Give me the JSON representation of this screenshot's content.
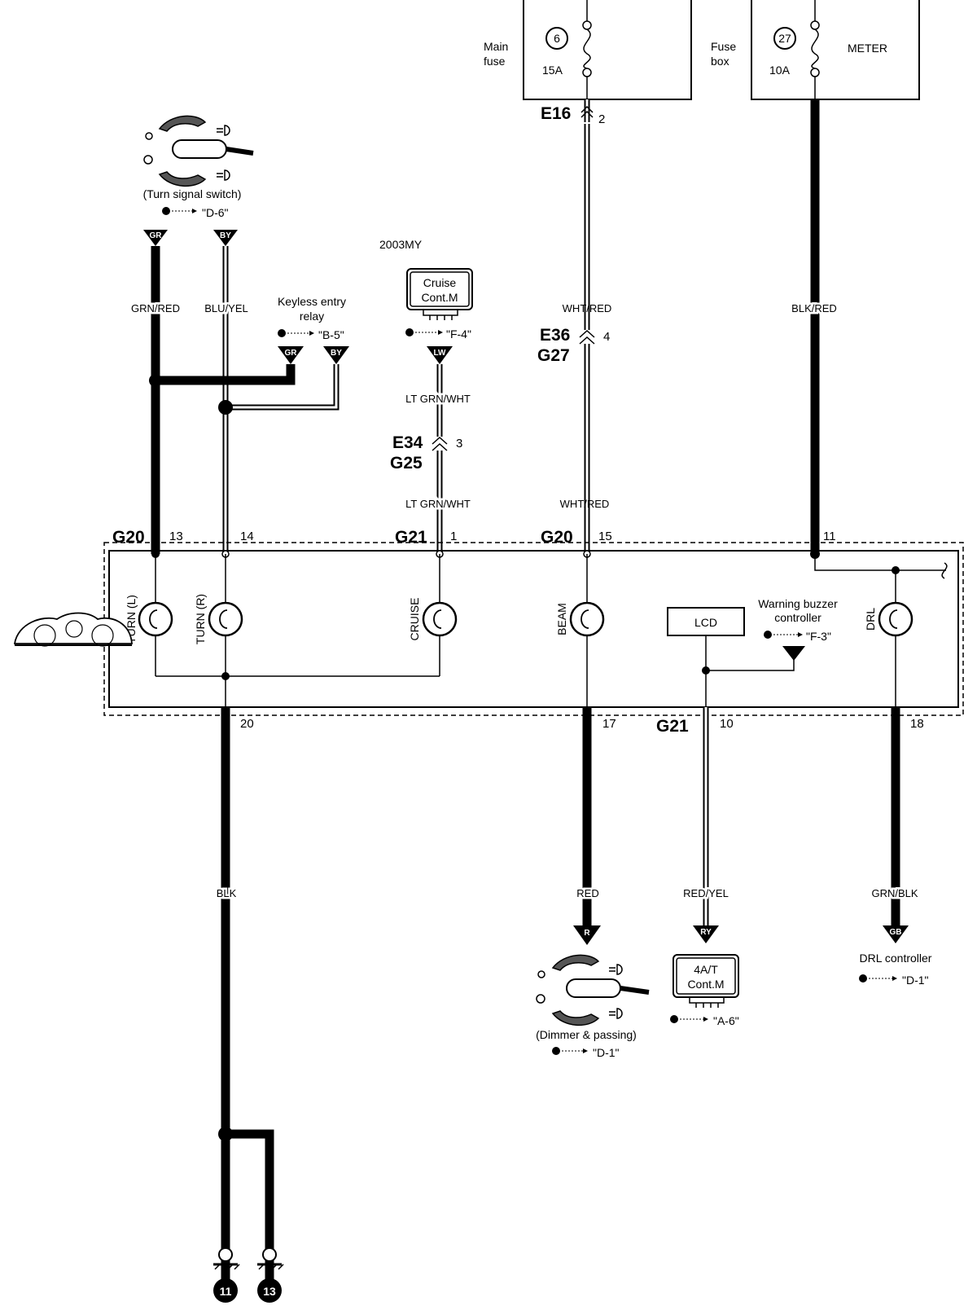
{
  "fuses": {
    "main": {
      "number": "6",
      "rating": "15A",
      "label_line1": "Main",
      "label_line2": "fuse"
    },
    "box": {
      "number": "27",
      "rating": "10A",
      "label_line1": "Fuse",
      "label_line2": "box",
      "circuit": "METER"
    }
  },
  "model_year_note": "2003MY",
  "turn_signal_switch": {
    "label": "(Turn signal switch)",
    "ref": "\"D-6\"",
    "tag_left": "GR",
    "tag_right": "BY"
  },
  "keyless_relay": {
    "label_line1": "Keyless entry",
    "label_line2": "relay",
    "ref": "\"B-5\"",
    "tag_left": "GR",
    "tag_right": "BY"
  },
  "cruise_module": {
    "label_line1": "Cruise",
    "label_line2": "Cont.M",
    "ref": "\"F-4\"",
    "tag": "LW"
  },
  "connectors": {
    "e16": "E16",
    "e16_pin": "2",
    "e36": "E36",
    "g27": "G27",
    "e36_pin": "4",
    "e34": "E34",
    "g25": "G25",
    "e34_pin": "3",
    "g20_left": "G20",
    "g21_top": "G21",
    "g20_mid": "G20",
    "g21_bottom": "G21"
  },
  "pins": {
    "p13": "13",
    "p14": "14",
    "p1": "1",
    "p15": "15",
    "p11": "11",
    "p20": "20",
    "p17": "17",
    "p10": "10",
    "p18": "18"
  },
  "wires": {
    "grn_red": "GRN/RED",
    "blu_yel": "BLU/YEL",
    "lt_grn_wht_1": "LT GRN/WHT",
    "lt_grn_wht_2": "LT GRN/WHT",
    "wht_red_1": "WHT/RED",
    "wht_red_2": "WHT/RED",
    "blk_red": "BLK/RED",
    "blk": "BLK",
    "red": "RED",
    "red_yel": "RED/YEL",
    "grn_blk": "GRN/BLK"
  },
  "meter": {
    "turn_l": "TURN (L)",
    "turn_r": "TURN (R)",
    "cruise": "CRUISE",
    "beam": "BEAM",
    "lcd": "LCD",
    "drl": "DRL",
    "buzzer_line1": "Warning buzzer",
    "buzzer_line2": "controller",
    "buzzer_ref": "\"F-3\""
  },
  "dimmer": {
    "label": "(Dimmer & passing)",
    "ref": "\"D-1\"",
    "tag": "R"
  },
  "at_module": {
    "label_line1": "4A/T",
    "label_line2": "Cont.M",
    "ref": "\"A-6\"",
    "tag": "RY"
  },
  "drl_controller": {
    "label": "DRL controller",
    "ref": "\"D-1\"",
    "tag": "GB"
  },
  "grounds": {
    "g1": "11",
    "g2": "13"
  }
}
